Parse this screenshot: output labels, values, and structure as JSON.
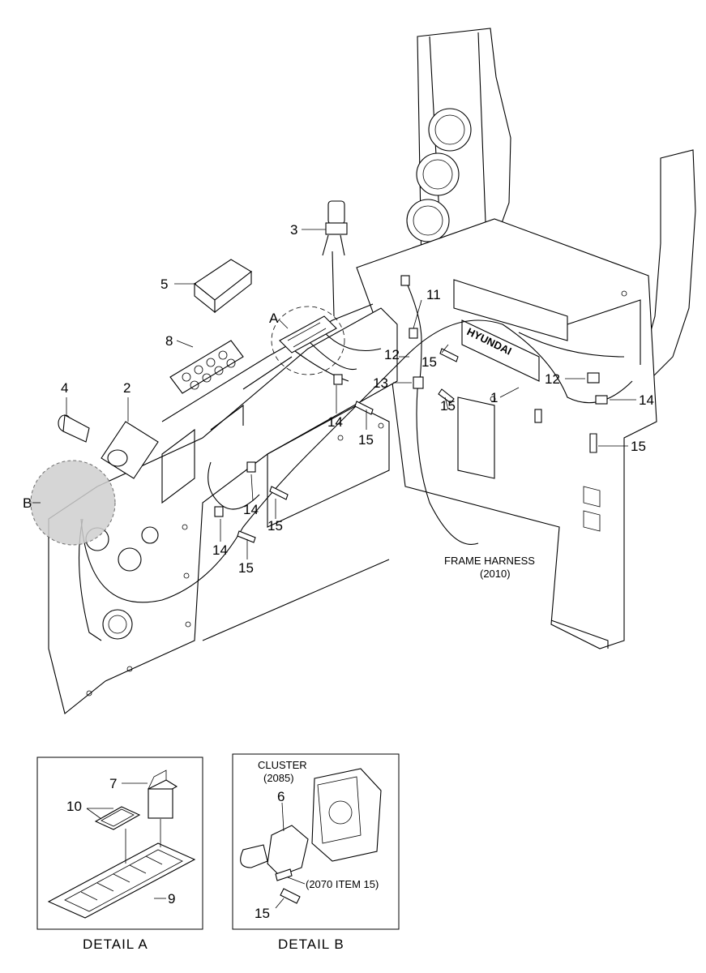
{
  "callouts": {
    "p1": "1",
    "p2": "2",
    "p3": "3",
    "p4": "4",
    "p5": "5",
    "p8": "8",
    "p11": "11",
    "p12a": "12",
    "p12b": "12",
    "p13": "13",
    "p14a": "14",
    "p14b": "14",
    "p14c": "14",
    "p14d": "14",
    "p15a": "15",
    "p15b": "15",
    "p15c": "15",
    "p15d": "15",
    "p15e": "15",
    "p15f": "15",
    "detailA": "A",
    "detailB": "B"
  },
  "frame_harness": {
    "line1": "FRAME HARNESS",
    "line2": "(2010)"
  },
  "brand_plate": "HYUNDAI",
  "detail_a": {
    "caption": "DETAIL  A",
    "p7": "7",
    "p9": "9",
    "p10": "10"
  },
  "detail_b": {
    "caption": "DETAIL  B",
    "cluster_line1": "CLUSTER",
    "cluster_line2": "(2085)",
    "p6": "6",
    "p15": "15",
    "ref": "(2070 ITEM 15)"
  }
}
